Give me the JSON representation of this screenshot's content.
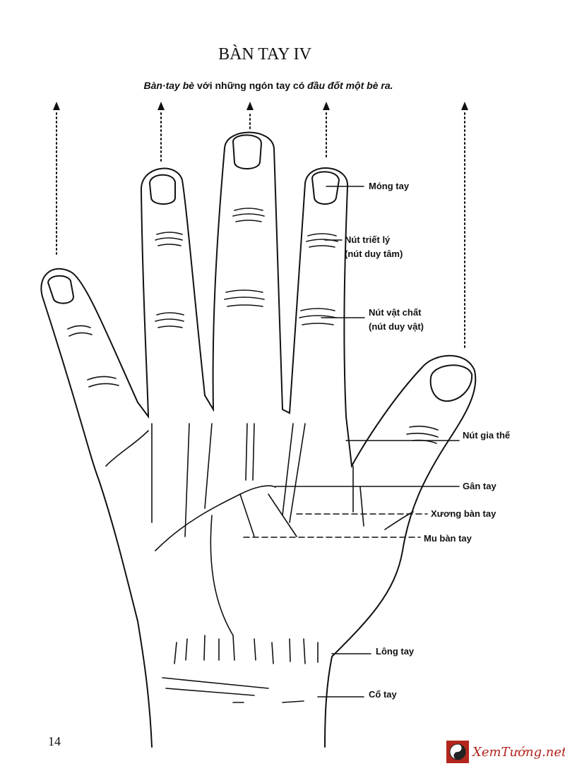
{
  "title": "BÀN TAY IV",
  "subtitle": {
    "part1": "Bàn·tay bè",
    "part2": " với những ngón tay có ",
    "part3": "đầu đốt một bè ra."
  },
  "labels": {
    "mong_tay": "Móng tay",
    "nut_triet_ly": "Nút triết lý",
    "nut_duy_tam": "(nút duy tâm)",
    "nut_vat_chat": "Nút vật chất",
    "nut_duy_vat": "(nút duy vật)",
    "nut_gia_the": "Nút gia thế",
    "gan_tay": "Gân tay",
    "xuong_ban_tay": "Xương bàn tay",
    "mu_ban_tay": "Mu bàn tay",
    "long_tay": "Lông tay",
    "co_tay": "Cổ tay"
  },
  "page_number": "14",
  "watermark": "XemTướng.net"
}
